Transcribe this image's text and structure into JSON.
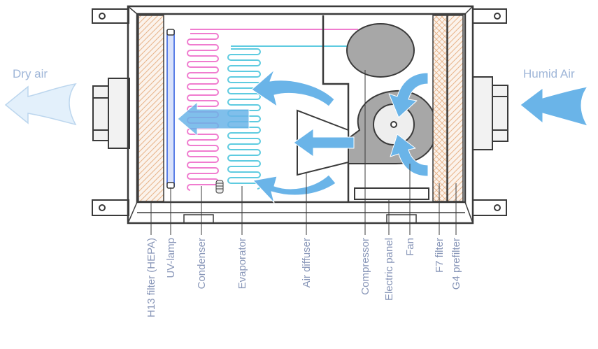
{
  "flow": {
    "outlet": "Dry air",
    "inlet": "Humid Air"
  },
  "components": [
    {
      "key": "h13",
      "label": "H13 filter (HEPA)"
    },
    {
      "key": "uv",
      "label": "UV-lamp"
    },
    {
      "key": "condenser",
      "label": "Condenser"
    },
    {
      "key": "evaporator",
      "label": "Evaporator"
    },
    {
      "key": "diffuser",
      "label": "Air diffuser"
    },
    {
      "key": "compressor",
      "label": "Compressor"
    },
    {
      "key": "panel",
      "label": "Electric panel"
    },
    {
      "key": "fan",
      "label": "Fan"
    },
    {
      "key": "f7",
      "label": "F7 filter"
    },
    {
      "key": "g4",
      "label": "G4 prefilter"
    }
  ],
  "colors": {
    "frame": "#3a3a3a",
    "condenser_coil": "#f07ccf",
    "evaporator_coil": "#5ecbe0",
    "airflow": "#6ab4e8",
    "filter_hatch": "#e8b48a",
    "uv_lamp": "#5a7ee6",
    "machine_gray": "#a7a7a7"
  }
}
